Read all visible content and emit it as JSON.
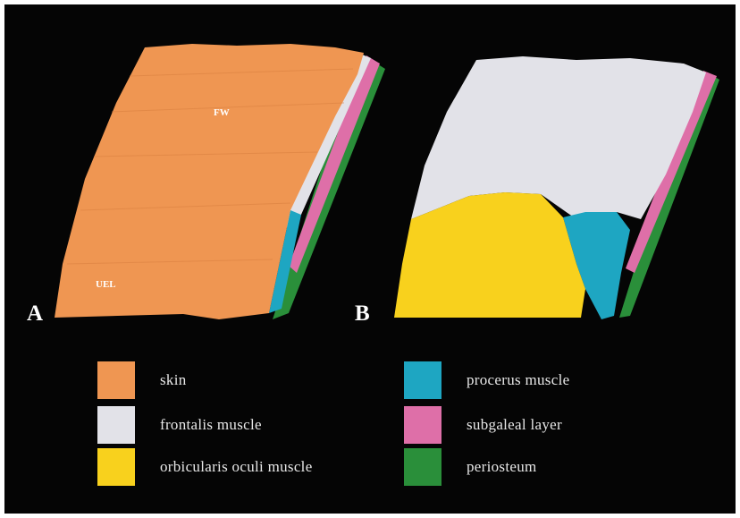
{
  "panels": {
    "a": {
      "letter": "A",
      "labels": {
        "fw": "FW",
        "uel": "UEL"
      }
    },
    "b": {
      "letter": "B"
    }
  },
  "colors": {
    "background": "#050505",
    "skin": "#ef9652",
    "frontalis": "#e2e2e8",
    "orbicularis": "#f8d11d",
    "procerus": "#1ea6c2",
    "subgaleal": "#de6fa8",
    "periosteum": "#2a8f3a"
  },
  "legend": [
    {
      "label": "skin",
      "color": "#ef9652",
      "icon": "skin-swatch"
    },
    {
      "label": "frontalis muscle",
      "color": "#e2e2e8",
      "icon": "frontalis-swatch"
    },
    {
      "label": "orbicularis oculi muscle",
      "color": "#f8d11d",
      "icon": "orbicularis-swatch"
    },
    {
      "label": "procerus muscle",
      "color": "#1ea6c2",
      "icon": "procerus-swatch"
    },
    {
      "label": "subgaleal layer",
      "color": "#de6fa8",
      "icon": "subgaleal-swatch"
    },
    {
      "label": "periosteum",
      "color": "#2a8f3a",
      "icon": "periosteum-swatch"
    }
  ]
}
